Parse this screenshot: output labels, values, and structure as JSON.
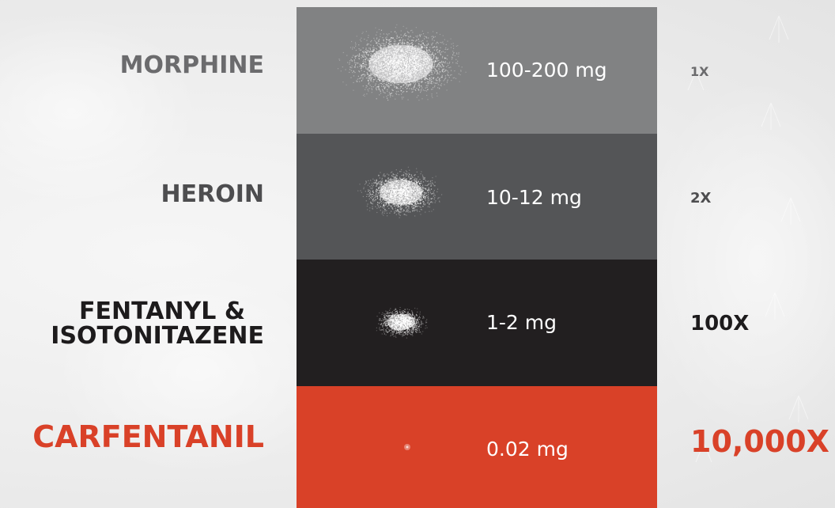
{
  "colors": {
    "band_1": "#818283",
    "band_2": "#545557",
    "band_3": "#221f20",
    "band_4": "#d94128",
    "label_grey": "#6b6b6d",
    "label_dark": "#4d4d4f",
    "label_black": "#1d1b1c",
    "accent_red": "#d94128",
    "powder": "#ffffff"
  },
  "rows": [
    {
      "drug": "MORPHINE",
      "dose": "100-200 mg",
      "potency": "1X",
      "icon": "powder-pile-large",
      "powder_size": 1.0
    },
    {
      "drug": "HEROIN",
      "dose": "10-12 mg",
      "potency": "2X",
      "icon": "powder-pile-medium",
      "powder_size": 0.66
    },
    {
      "drug_line1": "FENTANYL &",
      "drug_line2": "ISOTONITAZENE",
      "dose": "1-2 mg",
      "potency": "100X",
      "icon": "powder-pile-small",
      "powder_size": 0.42
    },
    {
      "drug": "CARFENTANIL",
      "dose": "0.02 mg",
      "potency": "10,000X",
      "icon": "powder-speck",
      "powder_size": 0.03
    }
  ]
}
